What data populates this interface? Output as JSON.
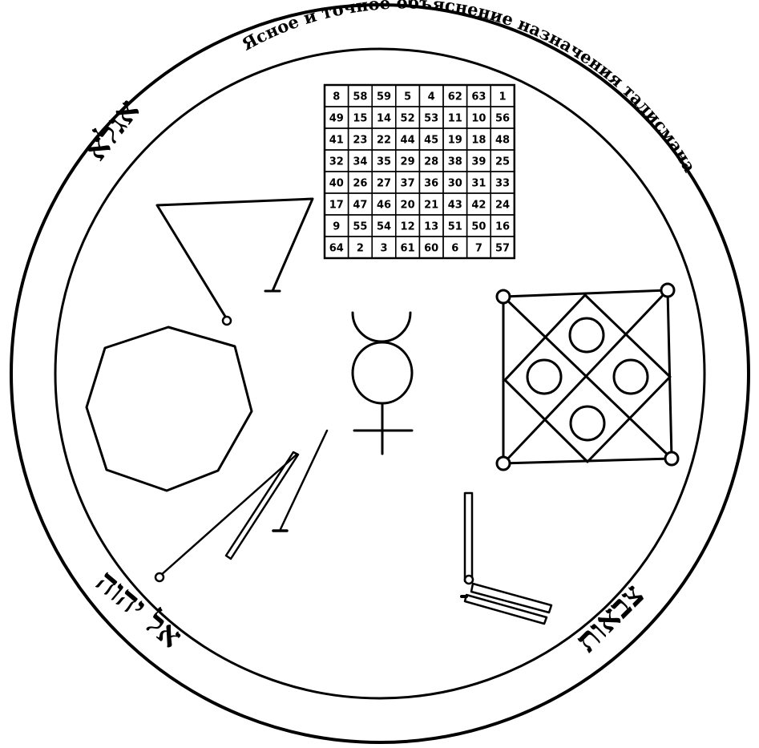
{
  "ring_inscription": "Ясное и точное объяснение назначения талисмана",
  "hebrew_inscriptions": {
    "upper_left": "אגלא",
    "lower_left": "אל יהוה",
    "lower_right": "צבאות"
  },
  "magic_square": {
    "rows": [
      [
        "8",
        "58",
        "59",
        "5",
        "4",
        "62",
        "63",
        "1"
      ],
      [
        "49",
        "15",
        "14",
        "52",
        "53",
        "11",
        "10",
        "56"
      ],
      [
        "41",
        "23",
        "22",
        "44",
        "45",
        "19",
        "18",
        "48"
      ],
      [
        "32",
        "34",
        "35",
        "29",
        "28",
        "38",
        "39",
        "25"
      ],
      [
        "40",
        "26",
        "27",
        "37",
        "36",
        "30",
        "31",
        "33"
      ],
      [
        "17",
        "47",
        "46",
        "20",
        "21",
        "43",
        "42",
        "24"
      ],
      [
        "9",
        "55",
        "54",
        "12",
        "13",
        "51",
        "50",
        "16"
      ],
      [
        "64",
        "2",
        "3",
        "61",
        "60",
        "6",
        "7",
        "57"
      ]
    ]
  },
  "colors": {
    "ink": "#000000",
    "background": "#ffffff"
  },
  "symbols": [
    "mercury-symbol",
    "octagon",
    "triangle-sigil",
    "diamond-lattice-sigil",
    "rod-sigils"
  ]
}
